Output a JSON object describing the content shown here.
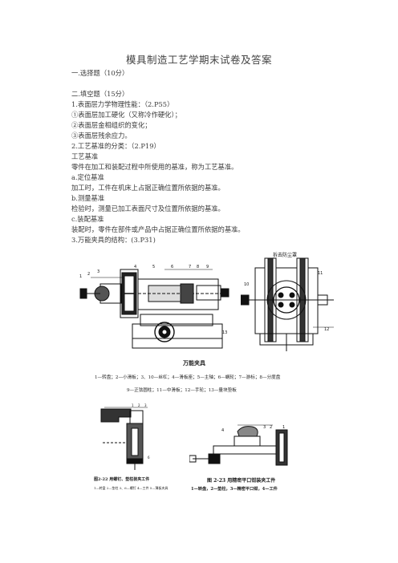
{
  "doc": {
    "title": "模具制造工艺学期末试卷及答案",
    "lines": [
      "一.选择题（10分）",
      "二.填空题（15分）",
      "1.表面层力学物理性能：（2.P55）",
      "①表面层加工硬化（又称冷作硬化）；",
      "②表面层金相组织的变化；",
      "③表面层残余应力。",
      "2.工艺基准的分类：（2.P19）",
      "工艺基准",
      "零件在加工和装配过程中所使用的基准，称为工艺基准。",
      "a.定位基准",
      "加工时，工件在机床上占据正确位置所依据的基准。",
      "b.测量基准",
      "检验时，测量已加工表面尺寸及位置所依据的基准。",
      "c.装配基准",
      "装配时，零件在部件或产品中占据正确位置所依据的基准。",
      "3.万能夹具的结构：(3.P31)"
    ],
    "figure1": {
      "corner_note": "拆去防尘罩",
      "caption": "万能夹具",
      "legend_line1": "1—转盘；2—小滑板；3、10—丝杠；4—滑板座；5—主轴；6—蜗轮；7—游标；8—分度盘",
      "legend_line2": "9—正弦圆柱；11—中滑板；12—手轮；13—量块垫板"
    },
    "figure2": {
      "caption": "图2-22 用螺钉、垫柱装夹工件",
      "legend": "1—转盘 2—垫柱 3、6—螺钉 4—工件 5—薄板夹具"
    },
    "figure3": {
      "caption": "图 2-23 用精密平口钳装夹工件",
      "legend": "1—转盘，2—垫柱，3—精密平口钳，4—工件"
    }
  }
}
